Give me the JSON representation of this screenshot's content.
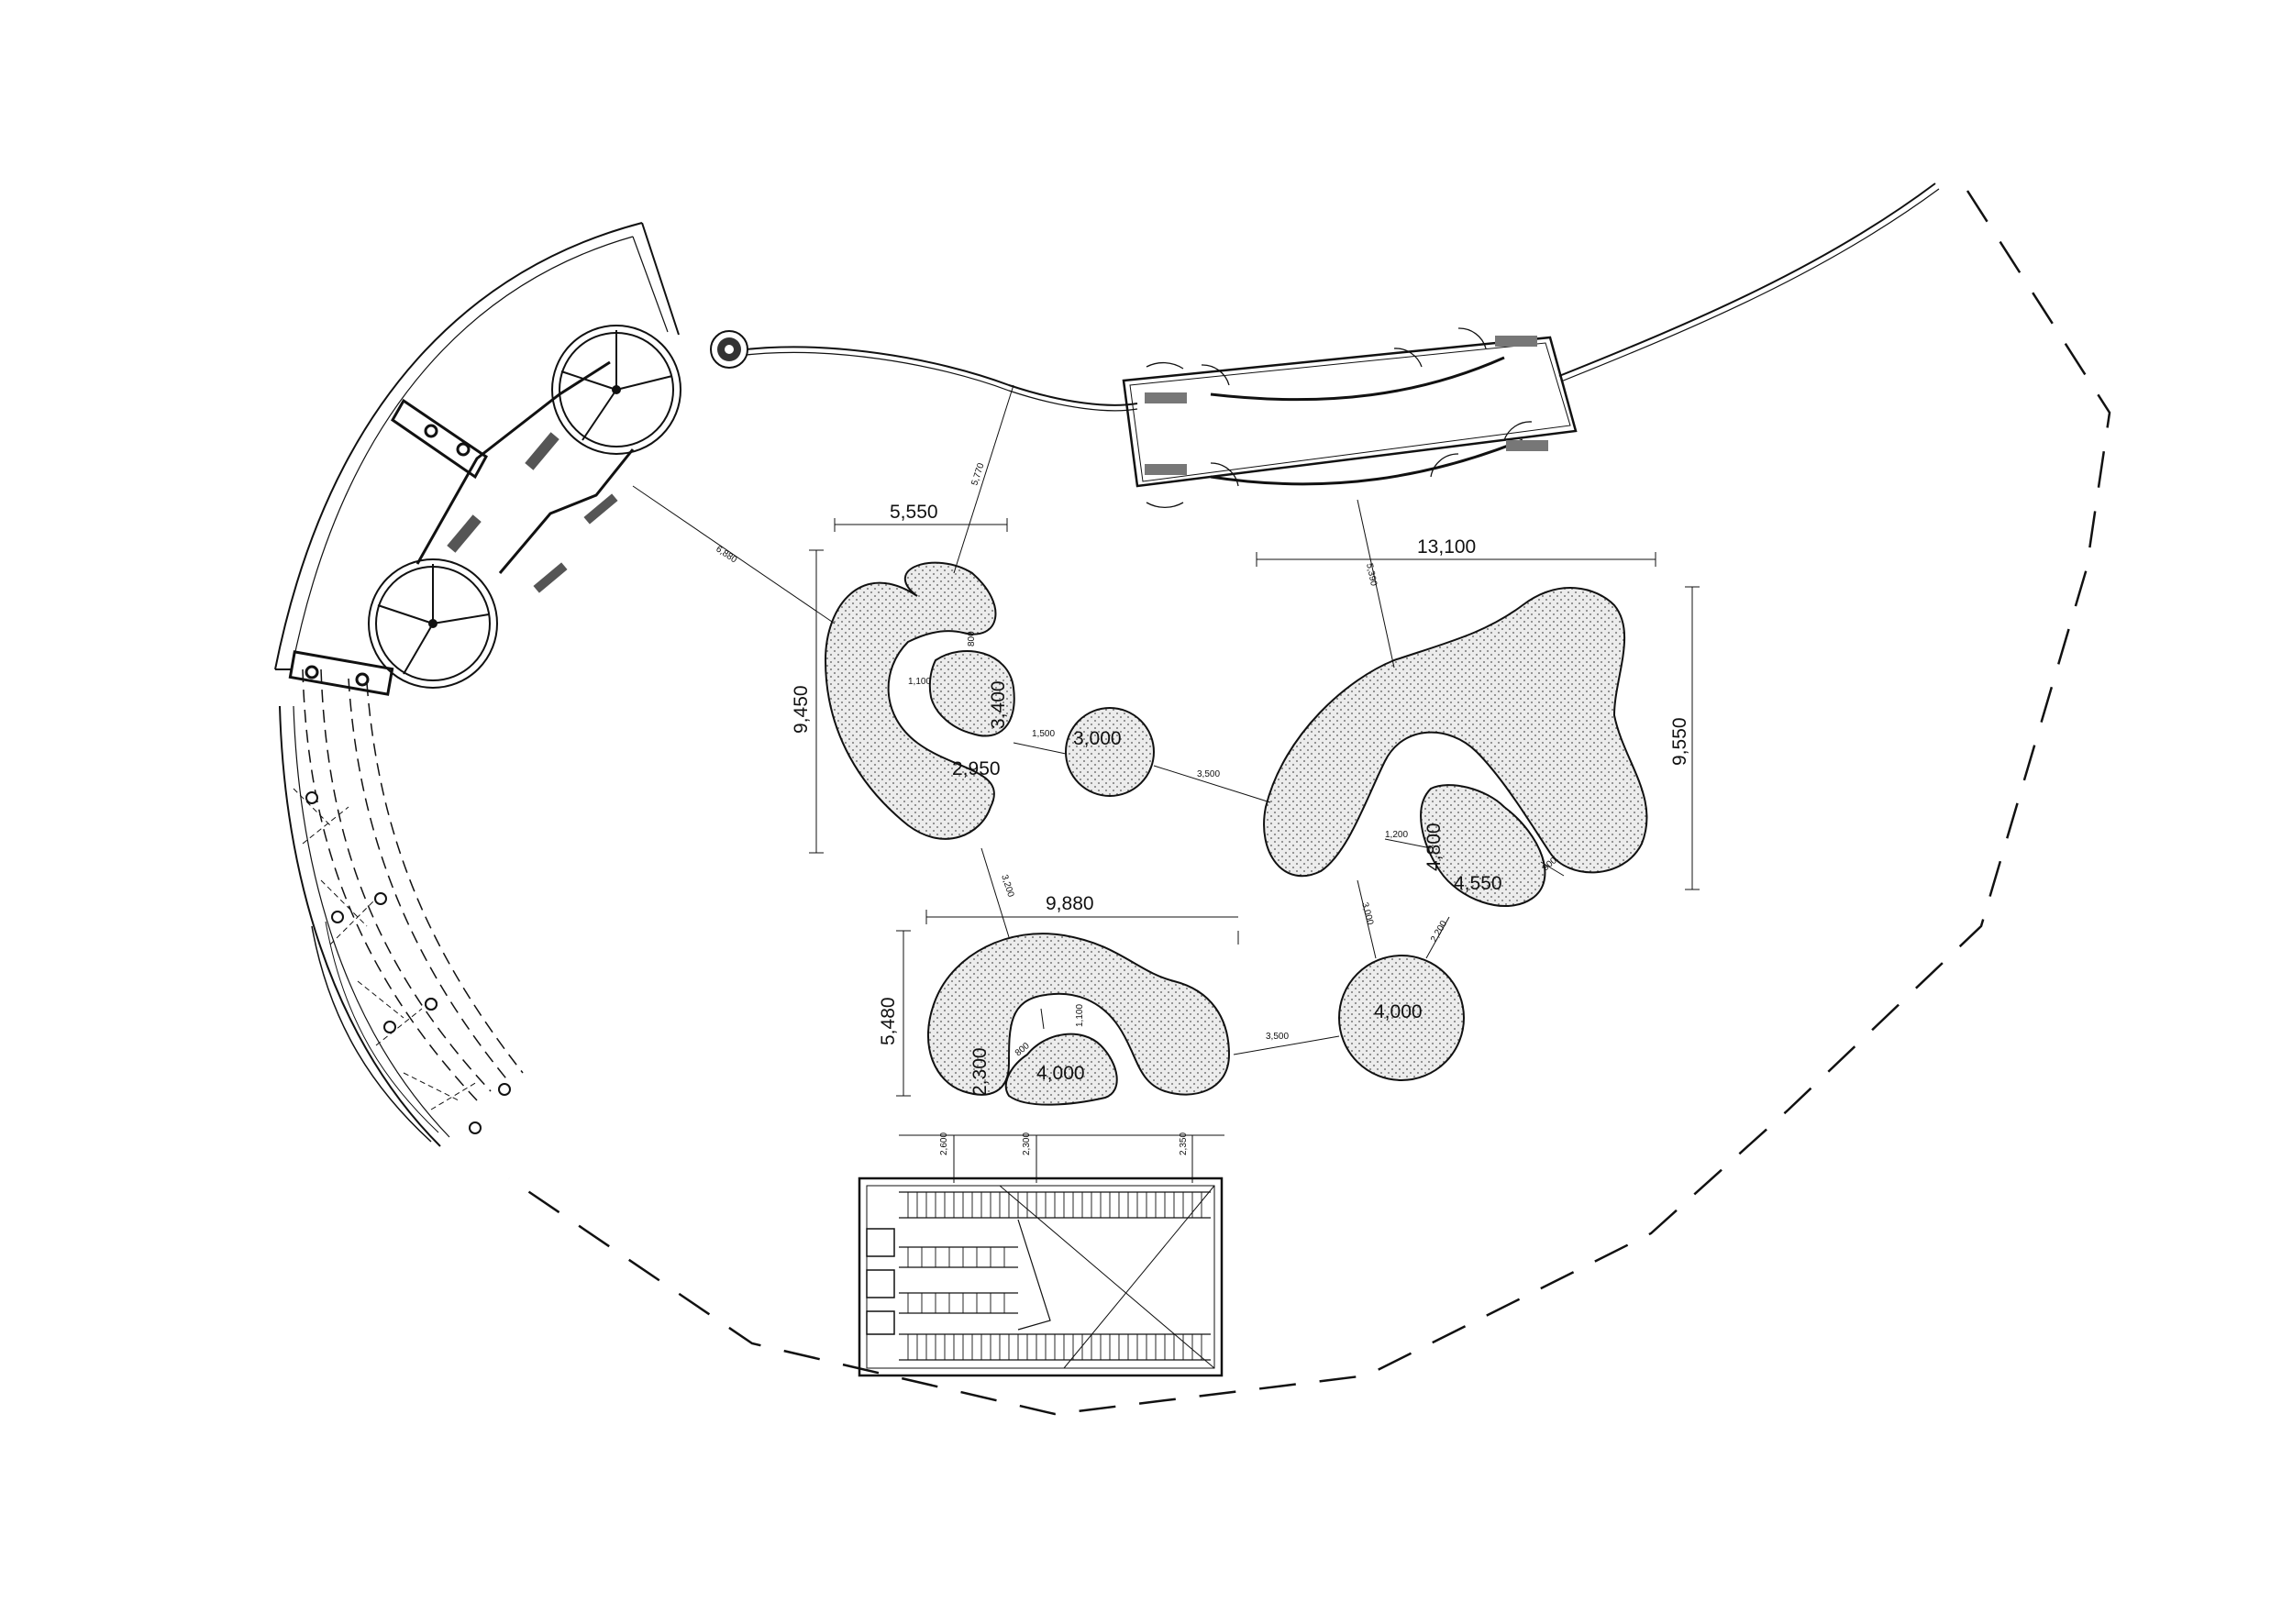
{
  "colors": {
    "line": "#111111",
    "blob_fill": "#e6e6e6",
    "background": "#ffffff",
    "dark_block": "#555555"
  },
  "dimensions": {
    "w5550": "5,550",
    "w13100": "13,100",
    "h9450": "9,450",
    "h9550": "9,550",
    "w9880": "9,880",
    "h5480": "5,480",
    "c3000": "3,000",
    "c4000": "4,000",
    "i3400": "3,400",
    "i2950": "2,950",
    "i4800": "4,800",
    "i4550": "4,550",
    "i2300": "2,300",
    "i4000b": "4,000",
    "s5770": "5,770",
    "s6880": "6,880",
    "s5390": "5,390",
    "s1100a": "1,100",
    "s800a": "800",
    "s1500": "1,500",
    "s3500a": "3,500",
    "s3200": "3,200",
    "s1200": "1,200",
    "s900": "900",
    "s3000": "3,000",
    "s2200": "2,200",
    "s3500b": "3,500",
    "s1100b": "1,100",
    "s800b": "800",
    "s2600": "2,600",
    "s2300": "2,300",
    "s2350": "2,350"
  }
}
